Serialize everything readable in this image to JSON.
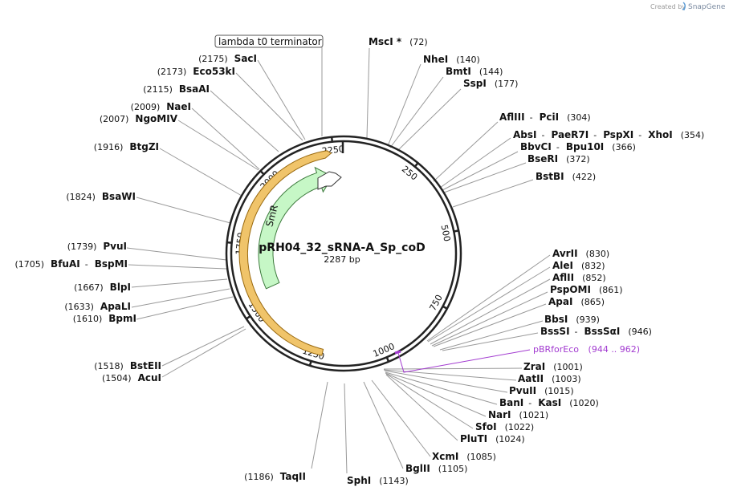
{
  "plasmid": {
    "name": "pRH04_32_sRNA-A_Sp_coD",
    "size": "2287 bp"
  },
  "credit": {
    "prefix": "Created by",
    "brand": "SnapGene"
  },
  "ticks": [
    "250",
    "500",
    "750",
    "1000",
    "1250",
    "1500",
    "1750",
    "2000",
    "2250"
  ],
  "features": {
    "terminator": "lambda t0 terminator",
    "cds": "SmR",
    "primer": {
      "name": "pBRforEco",
      "range": "(944 .. 962)",
      "color": "#a23ad0"
    }
  },
  "colors": {
    "ring": "#222222",
    "cds_fill": "#c6f7c6",
    "cds_stroke": "#3d7a3d",
    "arc_fill": "#f0c46a",
    "arc_stroke": "#9a6a10"
  },
  "enzymes": [
    {
      "id": "msci",
      "parts": [
        {
          "name": "MscI *",
          "pos": "(72)"
        }
      ]
    },
    {
      "id": "ndei",
      "parts": [
        {
          "name": "NheI",
          "pos": "(140)"
        }
      ]
    },
    {
      "id": "bmti",
      "parts": [
        {
          "name": "BmtI",
          "pos": "(144)"
        }
      ]
    },
    {
      "id": "sspi",
      "parts": [
        {
          "name": "SspI",
          "pos": "(177)"
        }
      ]
    },
    {
      "id": "afliii",
      "parts": [
        {
          "name": "AflIII"
        },
        {
          "sep": "-"
        },
        {
          "name": "PciI",
          "pos": "(304)"
        }
      ]
    },
    {
      "id": "absi",
      "parts": [
        {
          "name": "AbsI"
        },
        {
          "sep": "-"
        },
        {
          "name": "PaeR7I"
        },
        {
          "sep": "-"
        },
        {
          "name": "PspXI"
        },
        {
          "sep": "-"
        },
        {
          "name": "XhoI",
          "pos": "(354)"
        }
      ]
    },
    {
      "id": "bbvci",
      "parts": [
        {
          "name": "BbvCI"
        },
        {
          "sep": "-"
        },
        {
          "name": "Bpu10I",
          "pos": "(366)"
        }
      ]
    },
    {
      "id": "bseri",
      "parts": [
        {
          "name": "BseRI",
          "pos": "(372)"
        }
      ]
    },
    {
      "id": "bstbi",
      "parts": [
        {
          "name": "BstBI",
          "pos": "(422)"
        }
      ]
    },
    {
      "id": "avrii",
      "parts": [
        {
          "name": "AvrII",
          "pos": "(830)"
        }
      ]
    },
    {
      "id": "alei",
      "parts": [
        {
          "name": "AleI",
          "pos": "(832)"
        }
      ]
    },
    {
      "id": "aflii",
      "parts": [
        {
          "name": "AflII",
          "pos": "(852)"
        }
      ]
    },
    {
      "id": "pspomi",
      "parts": [
        {
          "name": "PspOMI",
          "pos": "(861)"
        }
      ]
    },
    {
      "id": "apai",
      "parts": [
        {
          "name": "ApaI",
          "pos": "(865)"
        }
      ]
    },
    {
      "id": "bbsi",
      "parts": [
        {
          "name": "BbsI",
          "pos": "(939)"
        }
      ]
    },
    {
      "id": "bsssi",
      "parts": [
        {
          "name": "BssSI"
        },
        {
          "sep": "-"
        },
        {
          "name": "BssSαI",
          "pos": "(946)"
        }
      ]
    },
    {
      "id": "zrai",
      "parts": [
        {
          "name": "ZraI",
          "pos": "(1001)"
        }
      ]
    },
    {
      "id": "aatii",
      "parts": [
        {
          "name": "AatII",
          "pos": "(1003)"
        }
      ]
    },
    {
      "id": "pvuii",
      "parts": [
        {
          "name": "PvuII",
          "pos": "(1015)"
        }
      ]
    },
    {
      "id": "bani",
      "parts": [
        {
          "name": "BanI"
        },
        {
          "sep": "-"
        },
        {
          "name": "KasI",
          "pos": "(1020)"
        }
      ]
    },
    {
      "id": "nari",
      "parts": [
        {
          "name": "NarI",
          "pos": "(1021)"
        }
      ]
    },
    {
      "id": "sfoi",
      "parts": [
        {
          "name": "SfoI",
          "pos": "(1022)"
        }
      ]
    },
    {
      "id": "pluti",
      "parts": [
        {
          "name": "PluTI",
          "pos": "(1024)"
        }
      ]
    },
    {
      "id": "xcmi",
      "parts": [
        {
          "name": "XcmI",
          "pos": "(1085)"
        }
      ]
    },
    {
      "id": "bglii",
      "parts": [
        {
          "name": "BglII",
          "pos": "(1105)"
        }
      ]
    },
    {
      "id": "sphi",
      "parts": [
        {
          "name": "SphI",
          "pos": "(1143)"
        }
      ]
    },
    {
      "id": "taqii",
      "parts": [
        {
          "pos": "(1186)"
        },
        {
          "name": "TaqII"
        }
      ]
    },
    {
      "id": "acui",
      "parts": [
        {
          "pos": "(1504)"
        },
        {
          "name": "AcuI"
        }
      ]
    },
    {
      "id": "bsteii",
      "parts": [
        {
          "pos": "(1518)"
        },
        {
          "name": "BstEII"
        }
      ]
    },
    {
      "id": "bpmi",
      "parts": [
        {
          "pos": "(1610)"
        },
        {
          "name": "BpmI"
        }
      ]
    },
    {
      "id": "apali",
      "parts": [
        {
          "pos": "(1633)"
        },
        {
          "name": "ApaLI"
        }
      ]
    },
    {
      "id": "blpi",
      "parts": [
        {
          "pos": "(1667)"
        },
        {
          "name": "BlpI"
        }
      ]
    },
    {
      "id": "bfuai",
      "parts": [
        {
          "pos": "(1705)"
        },
        {
          "name": "BfuAI"
        },
        {
          "sep": "-"
        },
        {
          "name": "BspMI"
        }
      ]
    },
    {
      "id": "pvui",
      "parts": [
        {
          "pos": "(1739)"
        },
        {
          "name": "PvuI"
        }
      ]
    },
    {
      "id": "bsawi",
      "parts": [
        {
          "pos": "(1824)"
        },
        {
          "name": "BsaWI"
        }
      ]
    },
    {
      "id": "btgzi",
      "parts": [
        {
          "pos": "(1916)"
        },
        {
          "name": "BtgZI"
        }
      ]
    },
    {
      "id": "ngomiv",
      "parts": [
        {
          "pos": "(2007)"
        },
        {
          "name": "NgoMIV"
        }
      ]
    },
    {
      "id": "naei",
      "parts": [
        {
          "pos": "(2009)"
        },
        {
          "name": "NaeI"
        }
      ]
    },
    {
      "id": "bsaai",
      "parts": [
        {
          "pos": "(2115)"
        },
        {
          "name": "BsaAI"
        }
      ]
    },
    {
      "id": "eco53ki",
      "parts": [
        {
          "pos": "(2173)"
        },
        {
          "name": "Eco53kI"
        }
      ]
    },
    {
      "id": "saci",
      "parts": [
        {
          "pos": "(2175)"
        },
        {
          "name": "SacI"
        }
      ]
    }
  ]
}
